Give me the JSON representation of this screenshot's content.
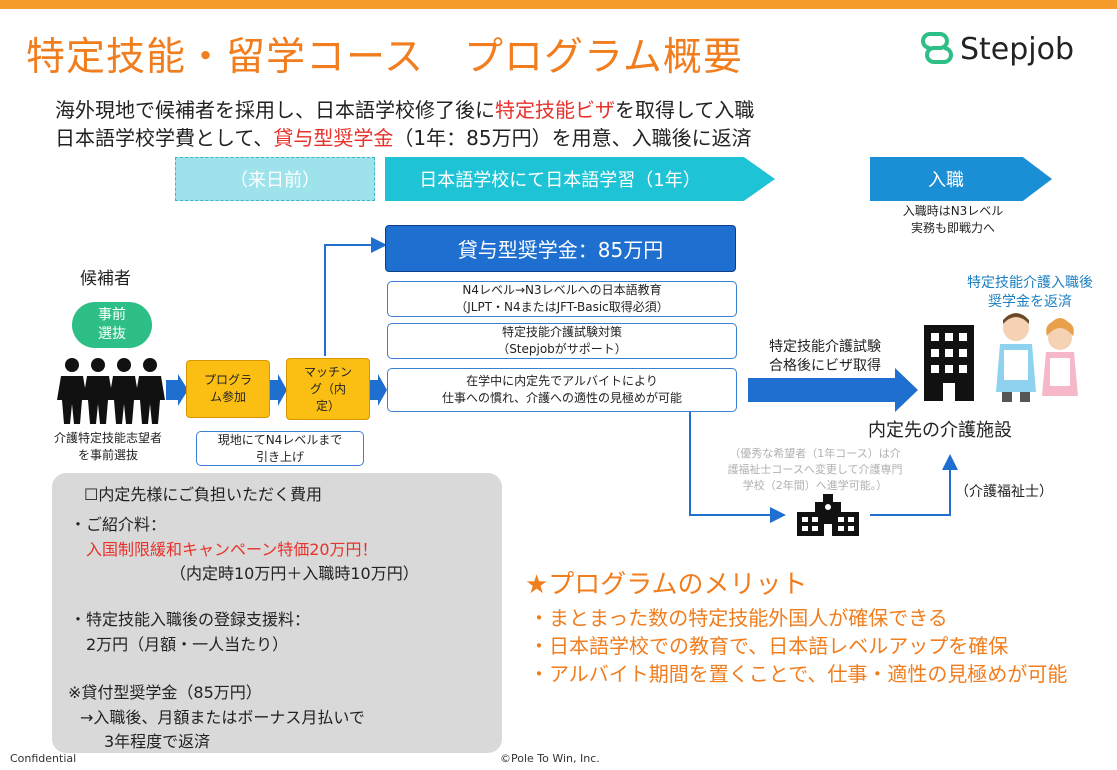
{
  "header": {
    "title": "特定技能・留学コース　プログラム概要",
    "logo_text": "Stepjob"
  },
  "summary": {
    "line1_pre": "海外現地で候補者を採用し、日本語学校修了後に",
    "line1_hl": "特定技能ビザ",
    "line1_post": "を取得して入職",
    "line2_pre": "日本語学校学費として、",
    "line2_hl": "貸与型奨学金",
    "line2_post": "（1年：85万円）を用意、入職後に返済"
  },
  "phases": {
    "pre": "（来日前）",
    "school": "日本語学校にて日本語学習（1年）",
    "job": "入職",
    "job_note1": "入職時はN3レベル",
    "job_note2": "実務も即戦力へ"
  },
  "candidate": {
    "label": "候補者",
    "bubble": "事前\n選抜",
    "note1": "介護特定技能志望者",
    "note2": "を事前選抜",
    "program": "プログラ\nム参加",
    "matching": "マッチン\nグ（内\n定）",
    "local_note1": "現地にてN4レベルまで",
    "local_note2": "引き上げ"
  },
  "scholarship": {
    "head": "貸与型奨学金：85万円",
    "box1_l1": "N4レベル→N3レベルへの日本語教育",
    "box1_l2": "（JLPT・N4またはJFT-Basic取得必須）",
    "box2_l1": "特定技能介護試験対策",
    "box2_l2": "（Stepjobがサポート）",
    "box3_l1": "在学中に内定先でアルバイトにより",
    "box3_l2": "仕事への慣れ、介護への適性の見極めが可能"
  },
  "right": {
    "exam1": "特定技能介護試験",
    "exam2": "合格後にビザ取得",
    "repay1": "特定技能介護入職後",
    "repay2": "奨学金を返済",
    "facility": "内定先の介護施設",
    "adv1": "（優秀な希望者（1年コース）は介",
    "adv2": "護福祉士コースへ変更して介護専門",
    "adv3": "学校（2年間）へ進学可能。）",
    "kaigo": "（介護福祉士）"
  },
  "costs": {
    "heading": "☐内定先様にご負担いただく費用",
    "fee_label": "・ご紹介料：",
    "fee_campaign": "入国制限緩和キャンペーン特価20万円！",
    "fee_detail": "（内定時10万円＋入職時10万円）",
    "support_label": "・特定技能入職後の登録支援料：",
    "support_value": "2万円（月額・一人当たり）",
    "loan_label": "※貸付型奨学金（85万円）",
    "loan_l1": "→入職後、月額またはボーナス月払いで",
    "loan_l2": "3年程度で返済"
  },
  "merits": {
    "title": "★プログラムのメリット",
    "items": [
      "・まとまった数の特定技能外国人が確保できる",
      "・日本語学校での教育で、日本語レベルアップを確保",
      "・アルバイト期間を置くことで、仕事・適性の見極めが可能"
    ]
  },
  "footer": {
    "confidential": "Confidential",
    "copyright": "©Pole To Win, Inc."
  },
  "colors": {
    "accent": "#f07d1e",
    "highlight": "#e8312a",
    "blue": "#1f6fd0",
    "teal": "#1fc3d6"
  }
}
